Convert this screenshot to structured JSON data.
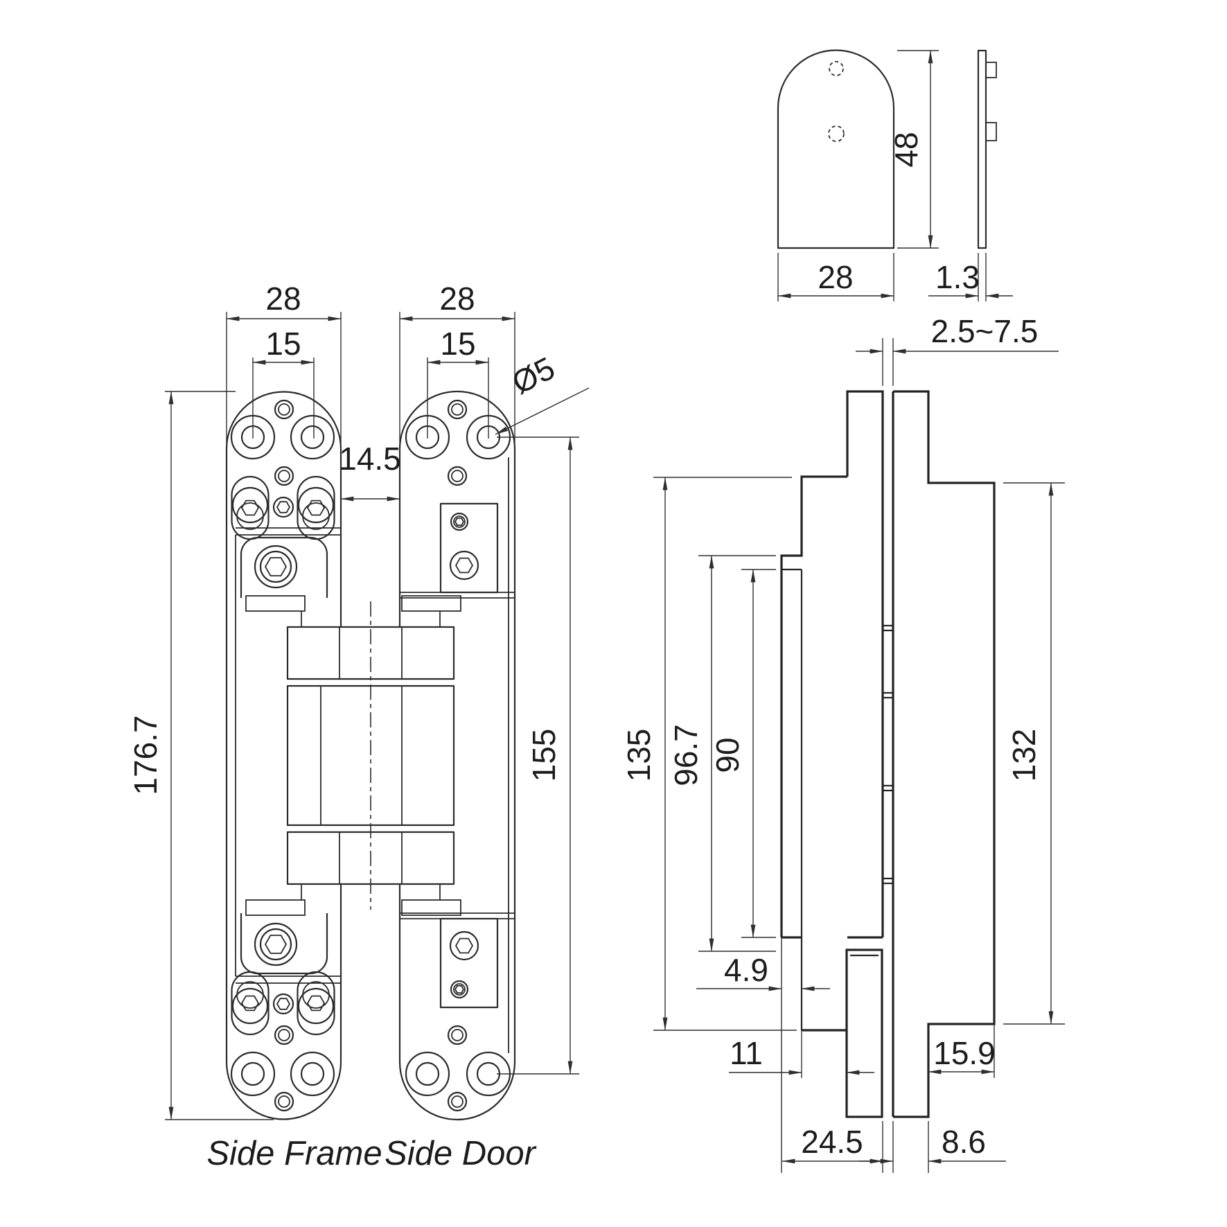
{
  "front_view": {
    "side_frame_label": "Side Frame",
    "side_door_label": "Side Door",
    "dim_width_frame": "28",
    "dim_holes_frame": "15",
    "dim_width_door": "28",
    "dim_holes_door": "15",
    "dim_center_gap": "14.5",
    "dim_height": "176.7",
    "dim_hole_span": "155",
    "dim_hole_dia": "Ø5"
  },
  "cap_view": {
    "dim_width": "28",
    "dim_height": "48",
    "dim_thickness": "1.3"
  },
  "section_view": {
    "dim_door_gap": "2.5~7.5",
    "dim_frame_total": "135",
    "dim_frame_body": "96.7",
    "dim_frame_inner": "90",
    "dim_door_length": "132",
    "dim_step": "4.9",
    "dim_offset": "11",
    "dim_flange": "15.9",
    "dim_frame_depth": "24.5",
    "dim_door_thickness": "8.6"
  }
}
